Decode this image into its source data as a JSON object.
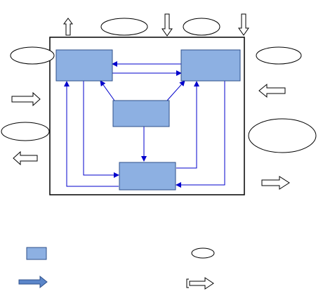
{
  "colors": {
    "box_fill": "#8DB0E2",
    "box_stroke": "#2E4F8A",
    "connector": "#0000CC",
    "outline": "#000000",
    "background": "#FFFFFF"
  },
  "diagram": {
    "boxes": [
      {
        "id": "top-left-box",
        "label": ""
      },
      {
        "id": "top-right-box",
        "label": ""
      },
      {
        "id": "center-box",
        "label": ""
      },
      {
        "id": "bottom-box",
        "label": ""
      }
    ],
    "ovals": [
      {
        "id": "oval-top-center-left",
        "label": ""
      },
      {
        "id": "oval-top-center-right",
        "label": ""
      },
      {
        "id": "oval-left-upper",
        "label": ""
      },
      {
        "id": "oval-right-upper",
        "label": ""
      },
      {
        "id": "oval-left-lower",
        "label": ""
      },
      {
        "id": "oval-right-lower",
        "label": ""
      }
    ],
    "hollow_arrows": [
      {
        "id": "arrow-top-left",
        "direction": "up"
      },
      {
        "id": "arrow-top-center",
        "direction": "down"
      },
      {
        "id": "arrow-top-right",
        "direction": "down"
      },
      {
        "id": "arrow-left-upper",
        "direction": "right"
      },
      {
        "id": "arrow-left-lower",
        "direction": "left"
      },
      {
        "id": "arrow-right-upper",
        "direction": "left"
      },
      {
        "id": "arrow-right-lower",
        "direction": "right"
      }
    ]
  },
  "legend": {
    "box_label": "",
    "oval_label": "",
    "connector_label": "",
    "hollow_arrow_label": ""
  },
  "caption": ""
}
